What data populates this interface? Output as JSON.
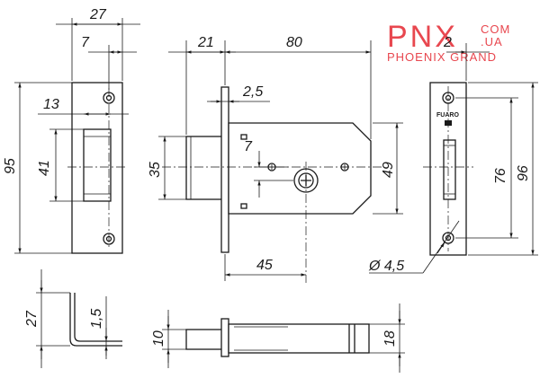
{
  "logo": {
    "main": "PNX",
    "com": "COM",
    "ua": ".UA",
    "sub": "PHOENIX GRAND",
    "color": "#e8474f"
  },
  "strike_plate": {
    "dims": {
      "width": "27",
      "hole_offset": "7",
      "slot_offset": "13",
      "slot_height": "41",
      "height": "95"
    }
  },
  "lock_body": {
    "dims": {
      "backset": "21",
      "length": "80",
      "faceplate": "2,5",
      "bolt": "35",
      "small": "7",
      "body_height": "49",
      "axis": "45"
    }
  },
  "faceplate": {
    "brand_text": "FUARO",
    "dims": {
      "top": "2",
      "hole_spacing": "76",
      "height": "96",
      "hole_diameter": "Ø 4,5"
    }
  },
  "profile": {
    "dims": {
      "height": "27",
      "thickness": "1,5"
    }
  },
  "bottom_view": {
    "dims": {
      "bolt": "10",
      "body": "18"
    }
  }
}
